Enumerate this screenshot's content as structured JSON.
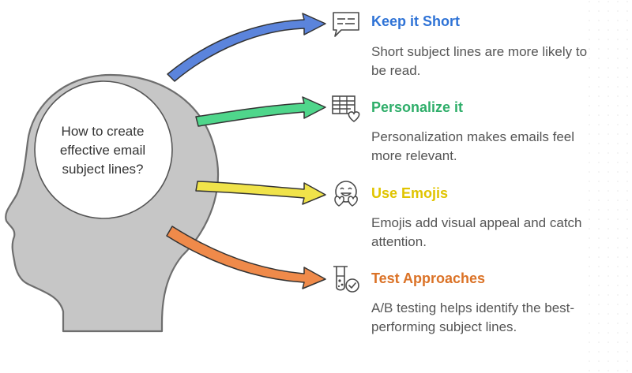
{
  "center": {
    "question": "How to create effective email subject lines?"
  },
  "items": [
    {
      "title": "Keep it Short",
      "description": "Short subject lines are more likely to be read.",
      "color": "#2f73d6",
      "arrow_color": "#5b84dc",
      "icon": "subject-line-icon"
    },
    {
      "title": "Personalize it",
      "description": "Personalization makes emails feel more relevant.",
      "color": "#2fae6a",
      "arrow_color": "#4fd68b",
      "icon": "personalized-list-icon"
    },
    {
      "title": "Use Emojis",
      "description": "Emojis add visual appeal and catch attention.",
      "color": "#e0c400",
      "arrow_color": "#f0e34a",
      "icon": "emoji-icon"
    },
    {
      "title": "Test Approaches",
      "description": "A/B testing helps identify the best-performing subject lines.",
      "color": "#db7226",
      "arrow_color": "#ef8a4a",
      "icon": "test-tube-icon"
    }
  ]
}
